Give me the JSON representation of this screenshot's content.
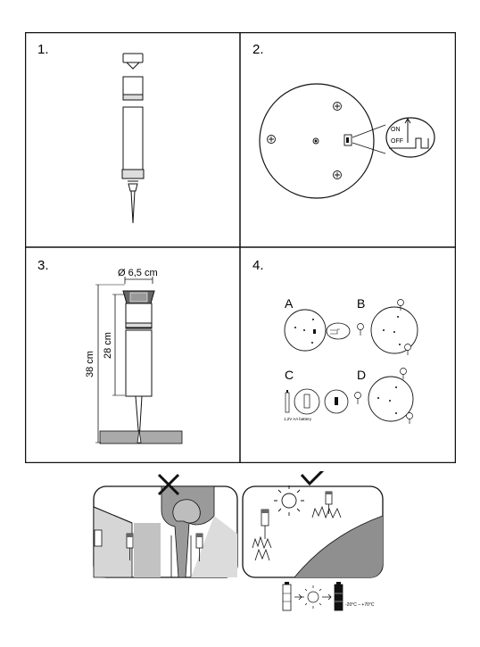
{
  "panels": {
    "p1": {
      "number": "1."
    },
    "p2": {
      "number": "2.",
      "switch_on": "ON",
      "switch_off": "OFF"
    },
    "p3": {
      "number": "3.",
      "diameter": "Ø 6,5 cm",
      "height_total": "38 cm",
      "height_body": "28 cm"
    },
    "p4": {
      "number": "4.",
      "steps": [
        "A",
        "B",
        "C",
        "D"
      ],
      "battery_label": "1,2V AA battery"
    }
  },
  "bottom": {
    "temp_range": "-20°C – +70°C"
  },
  "colors": {
    "line": "#111111",
    "gray": "#9a9a9a",
    "light_gray": "#cfcfcf",
    "dark_gray": "#6d6d6d"
  }
}
